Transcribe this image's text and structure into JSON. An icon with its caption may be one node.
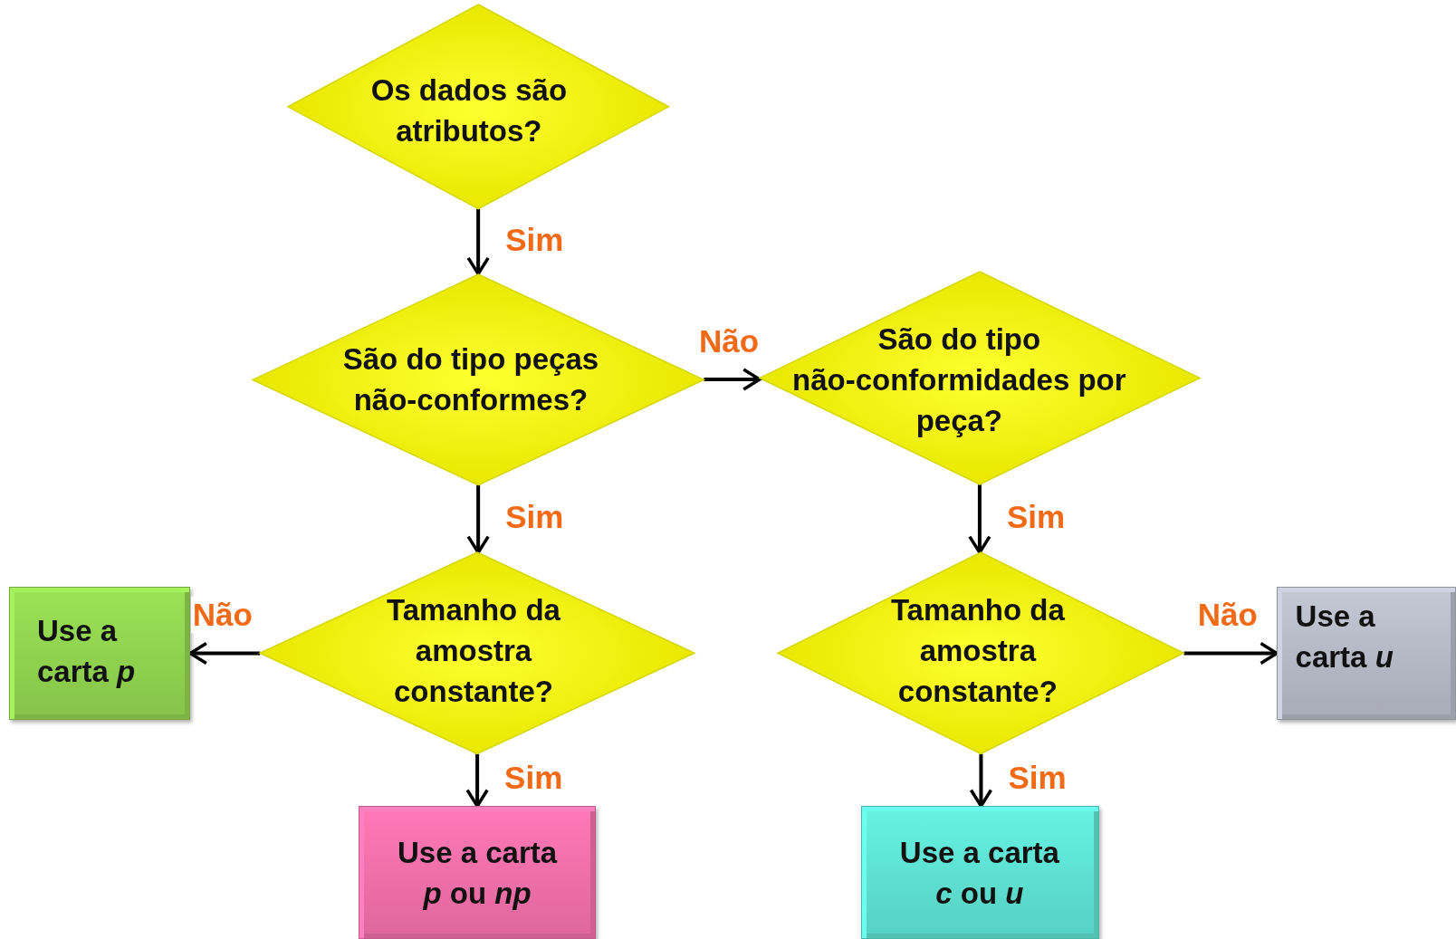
{
  "diagram": {
    "nodes": [
      {
        "text": [
          "Os dados são atributos?"
        ]
      },
      {
        "text": [
          "São do tipo peças não-conformes?"
        ]
      },
      {
        "text": [
          "São do tipo não-conformidades por peça?"
        ]
      },
      {
        "text": [
          "Tamanho da amostra constante?"
        ]
      },
      {
        "text": [
          "Tamanho da amostra constante?"
        ]
      },
      {
        "text": [
          "Use a carta *p*"
        ]
      },
      {
        "text": [
          "Use a carta *p* ou *np*"
        ]
      },
      {
        "text": [
          "Use a carta *c* ou *u*"
        ]
      },
      {
        "text": [
          "Use a carta *u*"
        ]
      }
    ],
    "edges": [
      {
        "from": 0,
        "to": 1,
        "arrow": "to",
        "label": "Sim"
      },
      {
        "from": 1,
        "to": 2,
        "arrow": "to",
        "label": "Não"
      },
      {
        "from": 1,
        "to": 3,
        "arrow": "to",
        "label": "Sim"
      },
      {
        "from": 2,
        "to": 4,
        "arrow": "to",
        "label": "Sim"
      },
      {
        "from": 3,
        "to": 5,
        "arrow": "to",
        "label": "Não"
      },
      {
        "from": 3,
        "to": 6,
        "arrow": "to",
        "label": "Sim"
      },
      {
        "from": 4,
        "to": 7,
        "arrow": "to",
        "label": "Sim"
      },
      {
        "from": 4,
        "to": 8,
        "arrow": "to",
        "label": "Não"
      }
    ]
  }
}
